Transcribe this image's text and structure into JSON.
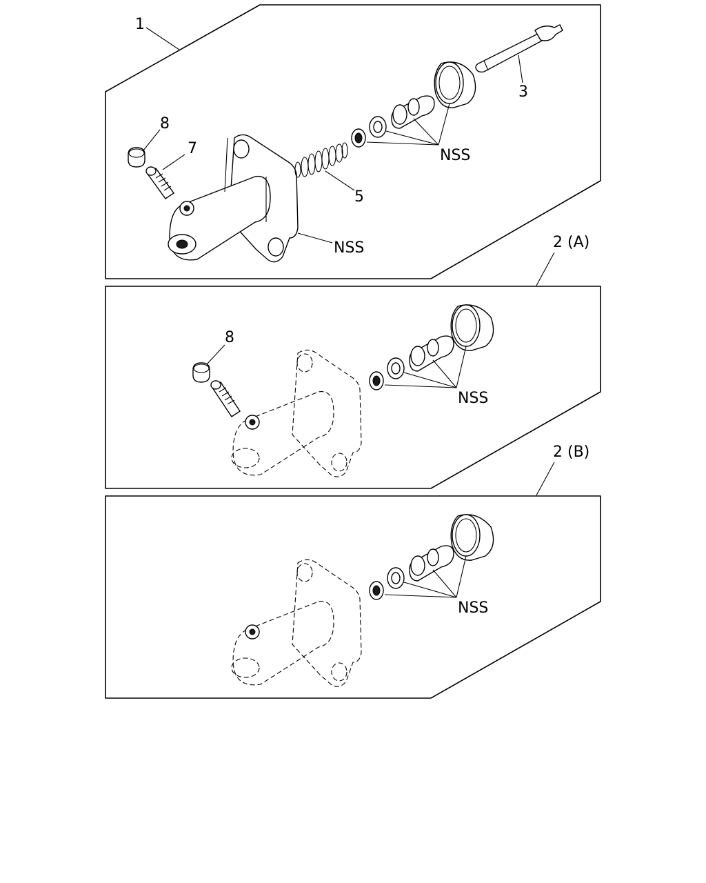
{
  "panels": [
    {
      "id": "kit-1",
      "ref_label": "1",
      "callouts": {
        "piston_rod": "3",
        "spring": "5",
        "bleeder_screw": "7",
        "cap": "8",
        "seal_set": "NSS",
        "body": "NSS"
      }
    },
    {
      "id": "kit-2a",
      "ref_label": "2 (A)",
      "callouts": {
        "cap": "8",
        "seal_set": "NSS"
      }
    },
    {
      "id": "kit-2b",
      "ref_label": "2 (B)",
      "callouts": {
        "seal_set": "NSS"
      }
    }
  ]
}
